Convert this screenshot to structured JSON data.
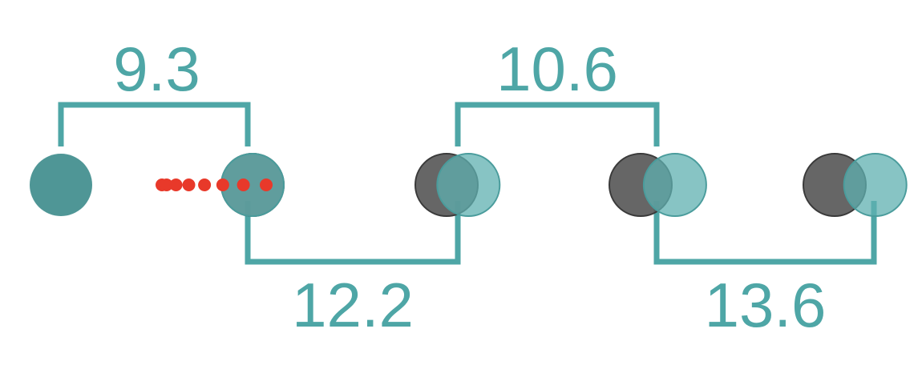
{
  "colors": {
    "teal": "#4ea6a6",
    "teal_solid": "#4f9696",
    "teal_translucent": "#5fb0b0",
    "gray": "#555555",
    "red": "#e8392a",
    "background": "#ffffff"
  },
  "diagram": {
    "positions": [
      {
        "label": ""
      },
      {
        "label": ""
      },
      {
        "label": ""
      },
      {
        "label": ""
      },
      {
        "label": ""
      }
    ],
    "gaps": [
      {
        "value": "9.3",
        "side": "top"
      },
      {
        "value": "12.2",
        "side": "bottom"
      },
      {
        "value": "10.6",
        "side": "top"
      },
      {
        "value": "13.6",
        "side": "bottom"
      }
    ],
    "offsets": [
      0,
      0,
      0.35,
      0.55,
      0.65
    ],
    "trail_dot_count": 8
  }
}
